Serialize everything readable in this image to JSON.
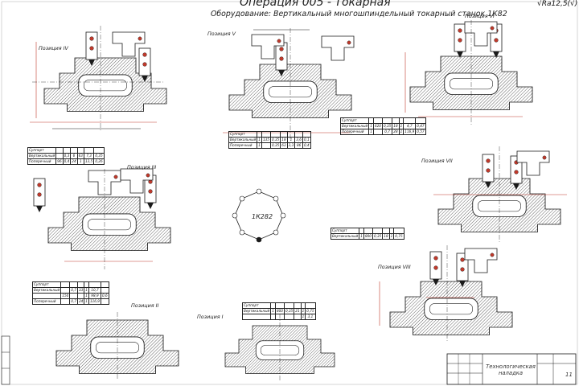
{
  "header": {
    "title": "Операция 005 - Токарная",
    "subtitle": "Оборудование: Вертикальный многошпиндельный токарный станок 1К82",
    "roughness": "√Ra12,5(√)"
  },
  "positions": {
    "p1": "Позиция I",
    "p2": "Позиция II",
    "p3": "Позиция III",
    "p4": "Позиция IV",
    "p5": "Позиция V",
    "p6": "Позиция VI",
    "p7": "Позиция VII",
    "p8": "Позиция VIII"
  },
  "machine_label": "1К282",
  "tables": {
    "t4": {
      "header": [
        "Суппорт",
        "",
        "",
        "",
        "",
        "",
        ""
      ],
      "rows": [
        [
          "Вертикальный",
          "",
          "0,3",
          "6",
          "63",
          "7,3",
          "0,35"
        ],
        [
          "Поперечный",
          "96",
          "0,4",
          "24",
          "1",
          "13,5",
          "0,26"
        ]
      ]
    },
    "t5": {
      "header": [
        "Суппорт",
        "",
        "",
        "",
        "",
        "",
        "",
        ""
      ],
      "rows": [
        [
          "Вертикальный",
          "1",
          "135",
          "0,35",
          "18",
          "1",
          "3,6",
          "0,1"
        ],
        [
          "Поперечный",
          "1",
          "",
          "0,35",
          "63",
          "3,3",
          "86",
          "0,4"
        ]
      ]
    },
    "t6": {
      "header": [
        "Суппорт",
        "",
        "",
        "",
        "",
        "",
        "",
        ""
      ],
      "rows": [
        [
          "Вертикальный",
          "1",
          "620",
          "0,35",
          "18",
          "1",
          "4,7",
          "0,47"
        ],
        [
          "Поперечный",
          "1",
          "",
          "0,7",
          "28",
          "1",
          "116,9",
          "0,57"
        ]
      ]
    },
    "t7": {
      "header": [
        "Суппорт",
        "",
        "",
        "",
        "",
        "",
        ""
      ],
      "rows": [
        [
          "Вертикальный",
          "1",
          "800",
          "0,35",
          "18",
          "1",
          "0,75"
        ]
      ]
    },
    "t8": {
      "header": [
        "Суппорт",
        "",
        "",
        "",
        "",
        "",
        ""
      ],
      "rows": [
        [
          "Вертикальный",
          "",
          "0,7",
          "33",
          "1",
          "10,7",
          ""
        ],
        [
          "",
          "150",
          "",
          "",
          "1",
          "98,9",
          "0,6"
        ],
        [
          "Поперечный",
          "",
          "0,7",
          "24",
          "1",
          "116,9",
          ""
        ]
      ]
    },
    "t1": {
      "header": [
        "Суппорт",
        "",
        "",
        "",
        "",
        "",
        ""
      ],
      "rows": [
        [
          "Вертикальный",
          "1",
          "800",
          "0,35",
          "21",
          "1",
          "0,75"
        ],
        [
          "",
          "",
          "",
          "",
          "",
          "1",
          "3,1"
        ]
      ]
    }
  },
  "title_block": {
    "name_line1": "Технологическая",
    "name_line2": "наладка",
    "sheet": "11"
  },
  "colors": {
    "line": "#1a1a1a",
    "hatch": "#333333",
    "dimension": "#c0392b",
    "background": "#ffffff"
  }
}
